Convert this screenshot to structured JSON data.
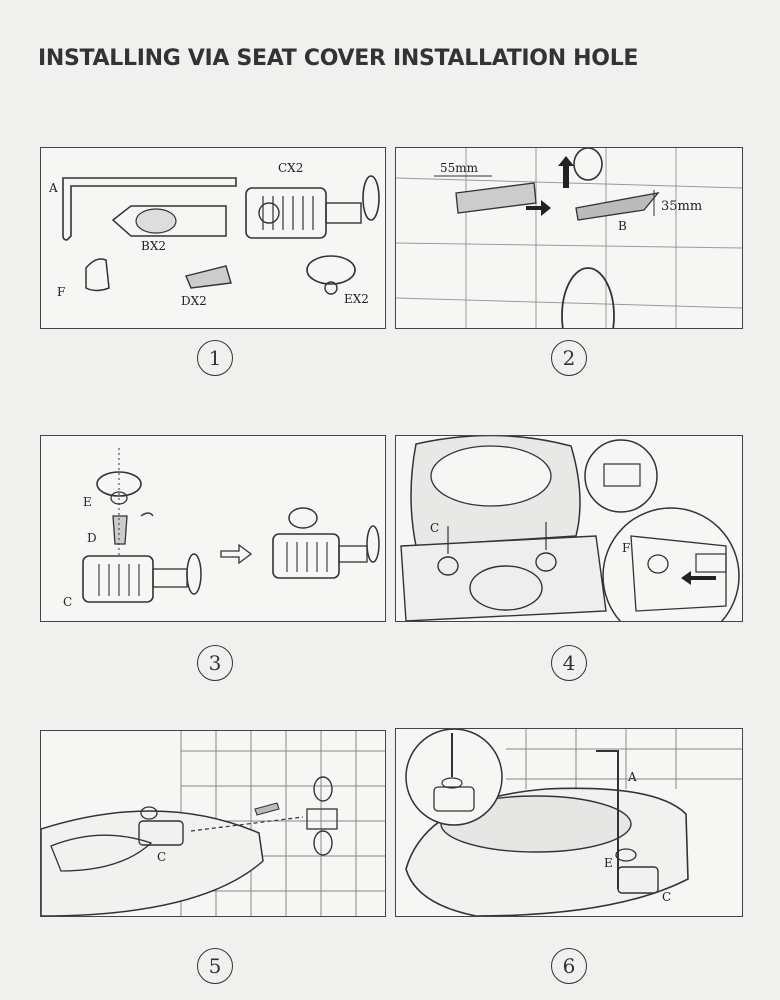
{
  "title": "INSTALLING VIA SEAT COVER INSTALLATION HOLE",
  "steps": [
    {
      "number": "1",
      "labels": {
        "a": "A",
        "b": "BX2",
        "c": "CX2",
        "d": "DX2",
        "e": "EX2",
        "f": "F"
      }
    },
    {
      "number": "2",
      "labels": {
        "len1": "55mm",
        "len2": "35mm",
        "b": "B"
      }
    },
    {
      "number": "3",
      "labels": {
        "e": "E",
        "d": "D",
        "c": "C"
      }
    },
    {
      "number": "4",
      "labels": {
        "c": "C",
        "f": "F"
      }
    },
    {
      "number": "5",
      "labels": {
        "c": "C"
      }
    },
    {
      "number": "6",
      "labels": {
        "a": "A",
        "e": "E",
        "c": "C"
      }
    }
  ]
}
